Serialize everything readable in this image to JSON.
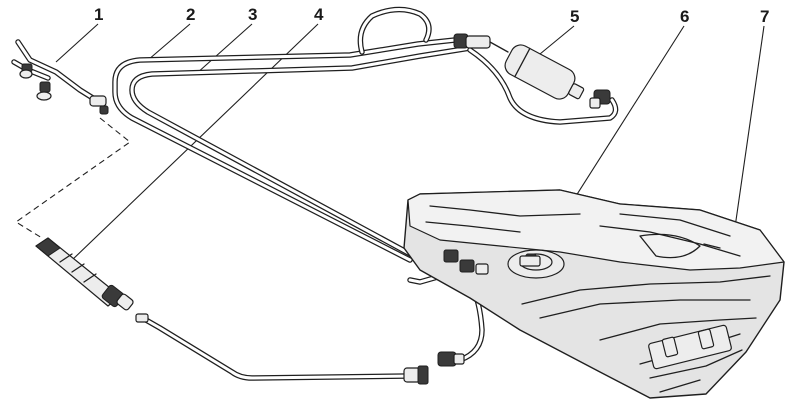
{
  "callouts": [
    {
      "id": 1,
      "label": "1"
    },
    {
      "id": 2,
      "label": "2"
    },
    {
      "id": 3,
      "label": "3"
    },
    {
      "id": 4,
      "label": "4"
    },
    {
      "id": 5,
      "label": "5"
    },
    {
      "id": 6,
      "label": "6"
    },
    {
      "id": 7,
      "label": "7"
    }
  ],
  "colors": {
    "line": "#1f1f1f",
    "tank_shade": "#e4e4e4",
    "background": "#ffffff"
  }
}
